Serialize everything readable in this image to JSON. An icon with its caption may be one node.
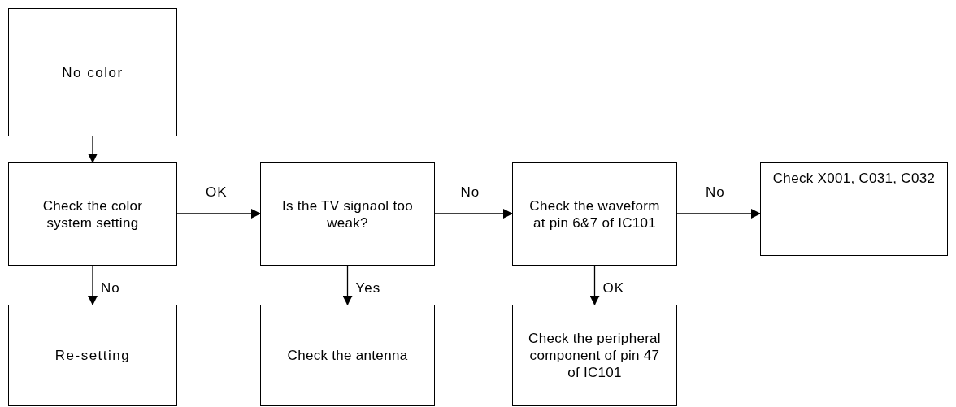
{
  "diagram": {
    "nodes": [
      {
        "text": [
          "No color"
        ]
      },
      {
        "text": [
          "Check the color system setting"
        ]
      },
      {
        "text": [
          "Re-setting"
        ]
      },
      {
        "text": [
          "Is the TV signaol too weak?"
        ]
      },
      {
        "text": [
          "Check the antenna"
        ]
      },
      {
        "text": [
          "Check the waveform at pin 6&7 of IC101"
        ]
      },
      {
        "text": [
          "Check the peripheral component of pin 47 of IC101"
        ]
      },
      {
        "text": [
          "Check X001, C031, C032"
        ]
      }
    ],
    "edges": [
      {
        "from": 0,
        "to": 1,
        "arrow": "to"
      },
      {
        "from": 1,
        "to": 3,
        "arrow": "to",
        "label": "OK"
      },
      {
        "from": 1,
        "to": 2,
        "arrow": "to",
        "label": "No"
      },
      {
        "from": 3,
        "to": 5,
        "arrow": "to",
        "label": "No"
      },
      {
        "from": 3,
        "to": 4,
        "arrow": "to",
        "label": "Yes"
      },
      {
        "from": 5,
        "to": 7,
        "arrow": "to",
        "label": "No"
      },
      {
        "from": 5,
        "to": 6,
        "arrow": "to",
        "label": "OK"
      }
    ]
  }
}
